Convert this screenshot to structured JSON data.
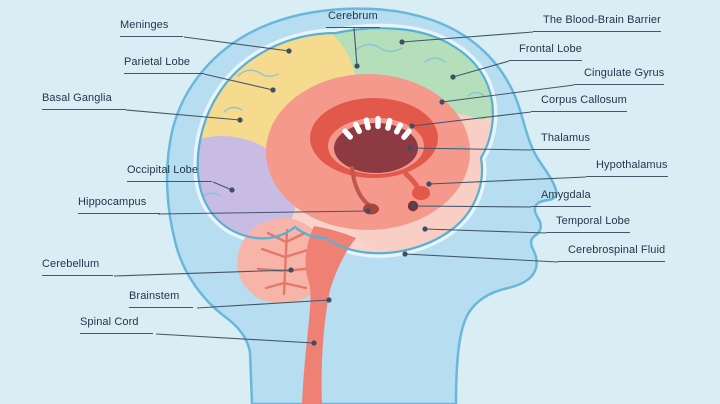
{
  "diagram": {
    "name": "human-brain-anatomy-sagittal-diagram",
    "labels": {
      "meninges": "Meninges",
      "cerebrum": "Cerebrum",
      "blood_brain_barrier": "The Blood-Brain Barrier",
      "frontal_lobe": "Frontal Lobe",
      "parietal_lobe": "Parietal Lobe",
      "cingulate_gyrus": "Cingulate Gyrus",
      "basal_ganglia": "Basal Ganglia",
      "corpus_callosum": "Corpus Callosum",
      "thalamus": "Thalamus",
      "occipital_lobe": "Occipital Lobe",
      "hypothalamus": "Hypothalamus",
      "hippocampus": "Hippocampus",
      "amygdala": "Amygdala",
      "temporal_lobe": "Temporal Lobe",
      "cerebellum": "Cerebellum",
      "cerebrospinal_fluid": "Cerebrospinal Fluid",
      "brainstem": "Brainstem",
      "spinal_cord": "Spinal Cord"
    },
    "colors": {
      "background": "#d9edf5",
      "head_fill": "#b7ddf0",
      "head_outline": "#69b8db",
      "csf_halo": "#e8f4fa",
      "brain_outline": "#58b0d4",
      "frontal_green": "#b5dfba",
      "parietal_yellow": "#f6da8e",
      "occipital_purple": "#c9bce4",
      "temporal_pink": "#f9cfc5",
      "inner_salmon": "#f4998b",
      "corpus_callosum_red": "#e2584a",
      "thalamus_maroon": "#8d3a42",
      "cerebellum_pink": "#f6b5a8",
      "cerebellum_branches": "#e4796a",
      "brainstem_red": "#ee8174",
      "label_text": "#24364c",
      "leader_line": "#43566a"
    }
  }
}
